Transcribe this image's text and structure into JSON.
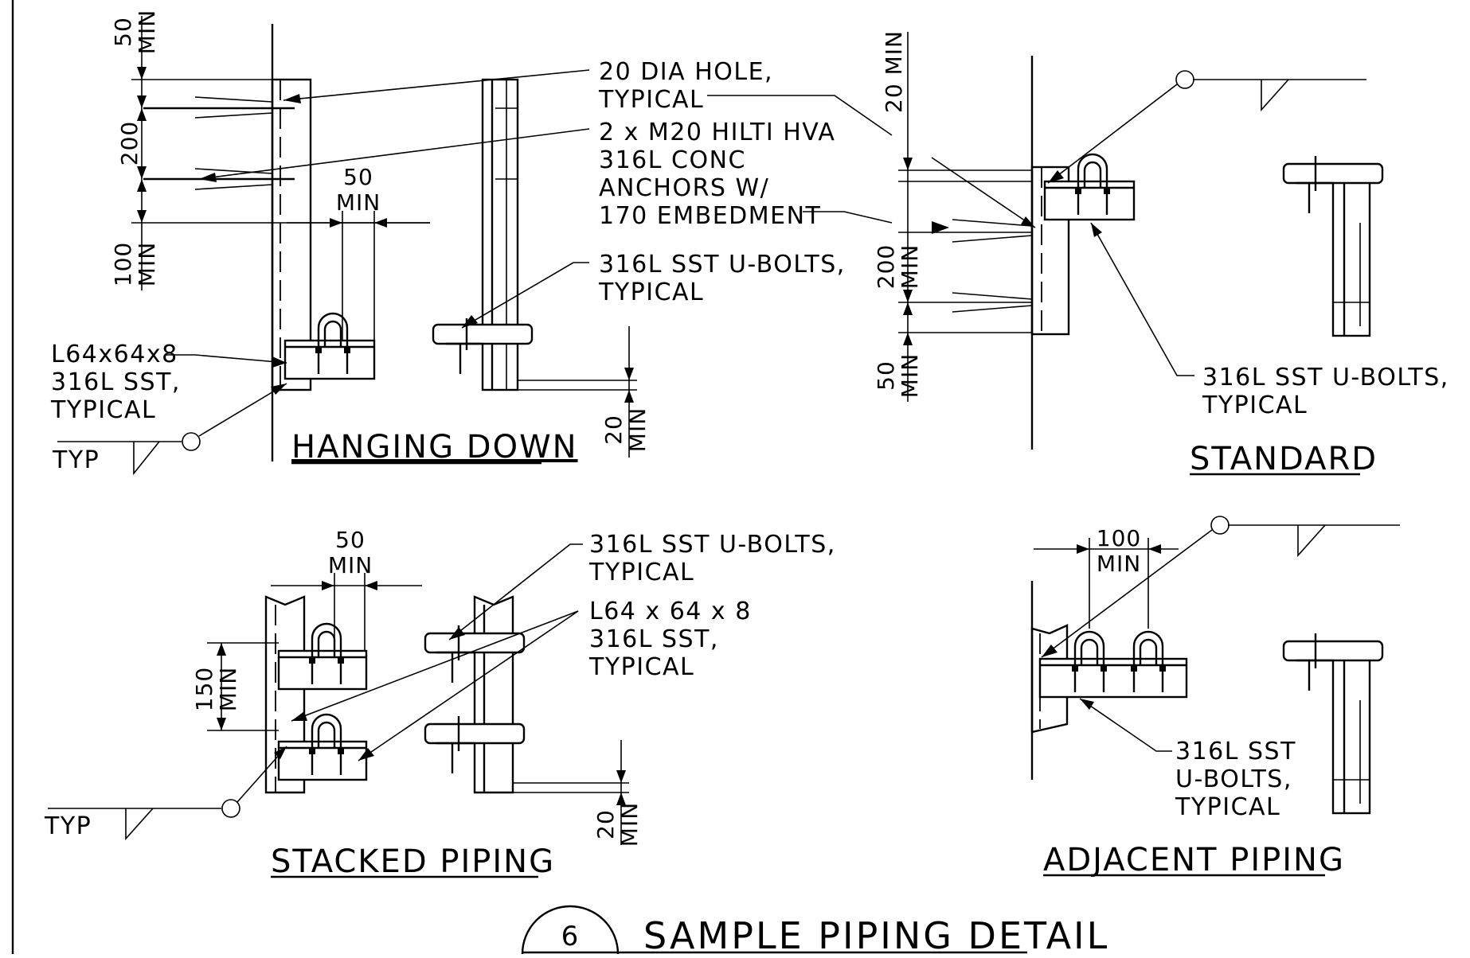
{
  "views": {
    "hanging_down": {
      "title": "HANGING DOWN",
      "dim_top": "50\nMIN",
      "dim_mid": "200",
      "dim_bot": "100\nMIN",
      "dim_gap": "50\nMIN",
      "dim_base": "20\nMIN",
      "note_hole": "20 DIA HOLE,\nTYPICAL",
      "note_anchor": "2 x M20 HILTI HVA\n316L CONC\nANCHORS W/\n170 EMBEDMENT",
      "note_ubolt": "316L SST U-BOLTS,\nTYPICAL",
      "note_angle": "L64x64x8\n316L SST,\nTYPICAL",
      "weld": "TYP"
    },
    "standard": {
      "title": "STANDARD",
      "dim_top": "20 MIN",
      "dim_mid": "200\nMIN",
      "dim_bot": "50\nMIN",
      "note_ubolt": "316L SST U-BOLTS,\nTYPICAL"
    },
    "stacked": {
      "title": "STACKED PIPING",
      "dim_gap": "50\nMIN",
      "dim_mid": "150\nMIN",
      "dim_base": "20\nMIN",
      "note_ubolt": "316L SST U-BOLTS,\nTYPICAL",
      "note_angle": "L64 x 64 x 8\n316L SST,\nTYPICAL",
      "weld": "TYP"
    },
    "adjacent": {
      "title": "ADJACENT PIPING",
      "dim_gap": "100\nMIN",
      "note_ubolt": "316L SST\nU-BOLTS,\nTYPICAL"
    }
  },
  "detail": {
    "number": "6",
    "title": "SAMPLE PIPING DETAIL"
  }
}
